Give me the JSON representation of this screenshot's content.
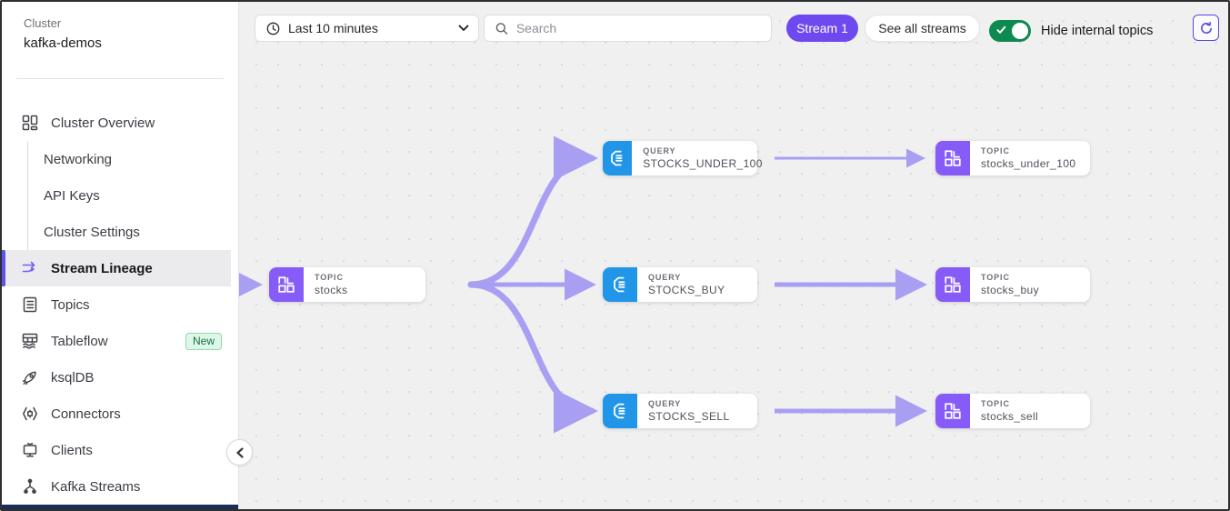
{
  "sidebar": {
    "cluster_label": "Cluster",
    "cluster_name": "kafka-demos",
    "items": [
      {
        "label": "Cluster Overview"
      },
      {
        "label": "Networking"
      },
      {
        "label": "API Keys"
      },
      {
        "label": "Cluster Settings"
      },
      {
        "label": "Stream Lineage",
        "active": true
      },
      {
        "label": "Topics"
      },
      {
        "label": "Tableflow",
        "badge": "New"
      },
      {
        "label": "ksqlDB"
      },
      {
        "label": "Connectors"
      },
      {
        "label": "Clients"
      },
      {
        "label": "Kafka Streams"
      }
    ]
  },
  "toolbar": {
    "time_range": "Last 10 minutes",
    "search_placeholder": "Search",
    "stream_button": "Stream 1",
    "see_all_streams": "See all streams",
    "toggle_label": "Hide internal topics",
    "toggle_state": "on"
  },
  "lineage": {
    "nodes": [
      {
        "type_label": "TOPIC",
        "name": "stocks"
      },
      {
        "type_label": "QUERY",
        "name": "STOCKS_UNDER_100"
      },
      {
        "type_label": "QUERY",
        "name": "STOCKS_BUY"
      },
      {
        "type_label": "QUERY",
        "name": "STOCKS_SELL"
      },
      {
        "type_label": "TOPIC",
        "name": "stocks_under_100"
      },
      {
        "type_label": "TOPIC",
        "name": "stocks_buy"
      },
      {
        "type_label": "TOPIC",
        "name": "stocks_sell"
      }
    ],
    "edges": [
      {
        "from": "stocks",
        "to": "STOCKS_UNDER_100"
      },
      {
        "from": "stocks",
        "to": "STOCKS_BUY"
      },
      {
        "from": "stocks",
        "to": "STOCKS_SELL"
      },
      {
        "from": "STOCKS_UNDER_100",
        "to": "stocks_under_100"
      },
      {
        "from": "STOCKS_BUY",
        "to": "stocks_buy"
      },
      {
        "from": "STOCKS_SELL",
        "to": "stocks_sell"
      }
    ]
  },
  "colors": {
    "accent_purple": "#6E49EF",
    "topic_icon_bg": "#875BF7",
    "query_icon_bg": "#2196E9",
    "edge_light": "#A89FF3",
    "edge_dark": "#5146E4",
    "toggle_green": "#0C8A50",
    "badge_green_text": "#176f43"
  }
}
